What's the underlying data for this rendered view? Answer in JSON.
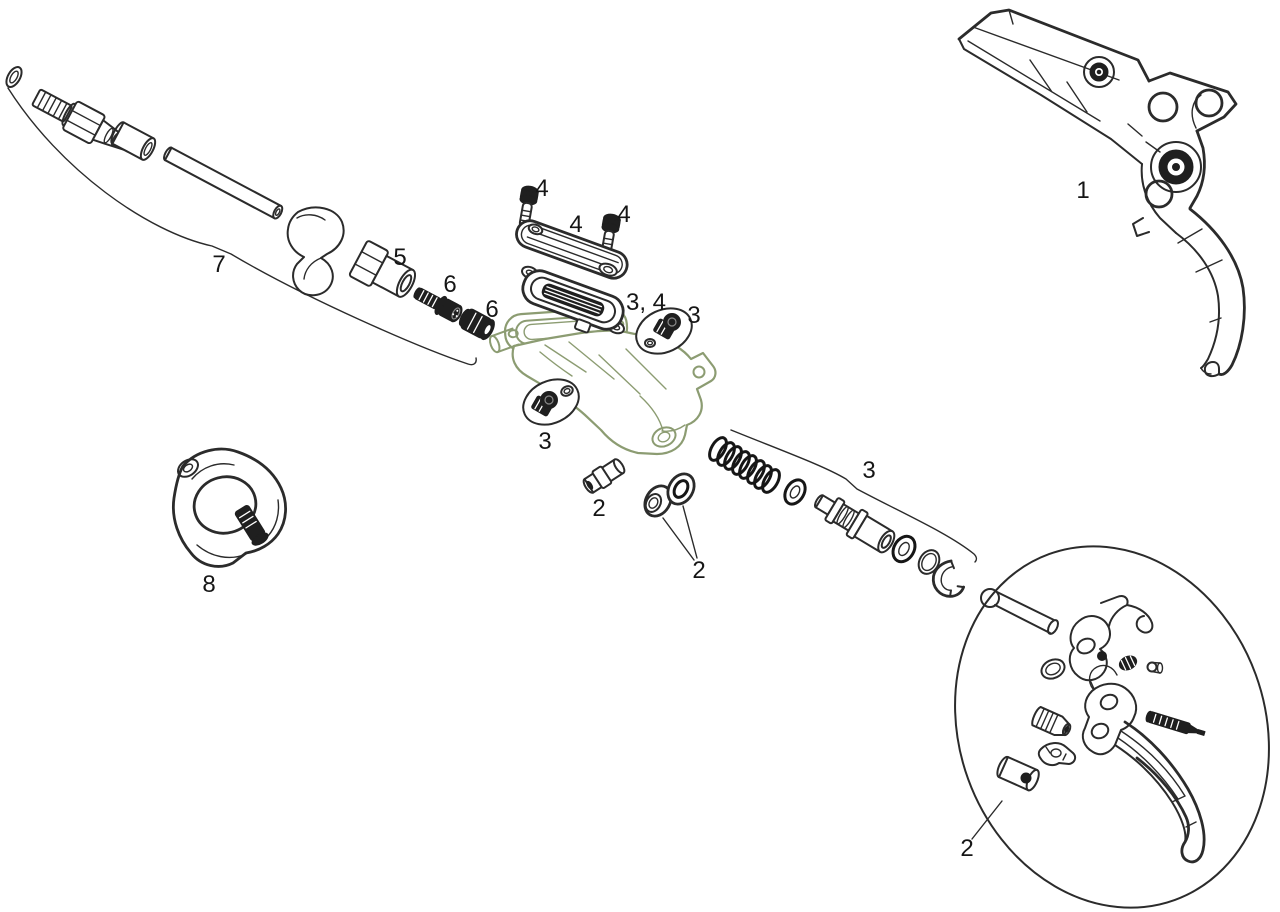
{
  "diagram": {
    "colors": {
      "line": "#2b2b2b",
      "dark_fill": "#1f1f1f",
      "body_accent_green": "#8c9c72",
      "background": "#ffffff"
    },
    "callouts": [
      {
        "text": "1"
      },
      {
        "text": "7"
      },
      {
        "text": "5"
      },
      {
        "text": "6"
      },
      {
        "text": "6"
      },
      {
        "text": "4"
      },
      {
        "text": "4"
      },
      {
        "text": "4"
      },
      {
        "text": "3, 4"
      },
      {
        "text": "3"
      },
      {
        "text": "3"
      },
      {
        "text": "2"
      },
      {
        "text": "2"
      },
      {
        "text": "3"
      },
      {
        "text": "8"
      },
      {
        "text": "2"
      }
    ]
  }
}
